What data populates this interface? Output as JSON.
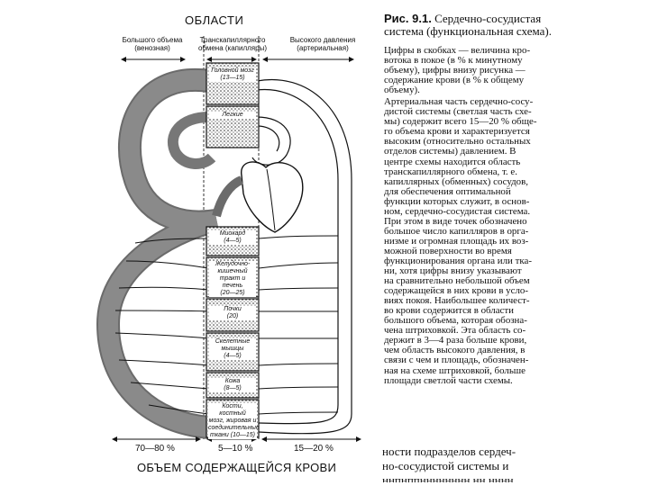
{
  "figure": {
    "title": "ОБЛАСТИ",
    "columns": [
      {
        "key": "left",
        "label_lines": [
          "Большого объема",
          "(венозная)"
        ]
      },
      {
        "key": "center",
        "label_lines": [
          "Транскапиллярного",
          "обмена (капилляры)"
        ]
      },
      {
        "key": "right",
        "label_lines": [
          "Высокого давления",
          "(артериальная)"
        ]
      }
    ],
    "organs": [
      {
        "name": "head-brain",
        "lines": [
          "Головной мозг",
          "(13—15)"
        ],
        "pattern": "dotted"
      },
      {
        "name": "lungs",
        "lines": [
          "Легкие"
        ],
        "pattern": "dotted"
      },
      {
        "name": "myocardium",
        "lines": [
          "Миокард",
          "(4—5)"
        ],
        "pattern": "dotted"
      },
      {
        "name": "gi-tract-liver",
        "lines": [
          "Желудочно-",
          "кишечный",
          "тракт и печень",
          "(20—25)"
        ],
        "pattern": "dotted"
      },
      {
        "name": "kidneys",
        "lines": [
          "Почки",
          "(20)"
        ],
        "pattern": "dotted"
      },
      {
        "name": "skeletal-muscles",
        "lines": [
          "Скелетные",
          "мышцы",
          "(4—5)"
        ],
        "pattern": "dotted"
      },
      {
        "name": "skin",
        "lines": [
          "Кожа",
          "(8—5)"
        ],
        "pattern": "dotted"
      },
      {
        "name": "bones-fat",
        "lines": [
          "Кости, костный",
          "мозг, жировая и",
          "соединительные",
          "ткани (10—15)"
        ],
        "pattern": "dotted"
      }
    ],
    "bottom_percents": [
      "70—80 %",
      "5—10 %",
      "15—20 %"
    ],
    "bottom_title": "ОБЪЕМ СОДЕРЖАЩЕЙСЯ КРОВИ"
  },
  "caption": {
    "head_bold": "Рис. 9.1.",
    "head_rest": "Сердечно-сосудистая система (функциональная схема).",
    "body_lines": [
      "Цифры в скобках — величина кро-",
      "вотока в покое (в % к минутному",
      "объему), цифры внизу рисунка —",
      "содержание крови (в % к общему",
      "объему).",
      "Артериальная часть сердечно-сосу-",
      "дистой системы (светлая часть схе-",
      "мы) содержит всего 15—20 % обще-",
      "го объема крови и характеризуется",
      "высоким (относительно остальных",
      "отделов системы) давлением. В",
      "центре схемы находится область",
      "транскапиллярного обмена, т. е.",
      "капиллярных (обменных) сосудов,",
      "для обеспечения оптимальной",
      "функции которых служит, в основ-",
      "ном, сердечно-сосудистая система.",
      "При этом в виде точек обозначено",
      "большое число капилляров в орга-",
      "низме и огромная площадь их воз-",
      "можной поверхности во время",
      "функционирования органа или тка-",
      "ни, хотя цифры внизу указывают",
      "на сравнительно небольшой объем",
      "содержащейся в них крови в усло-",
      "виях покоя. Наибольшее количест-",
      "во крови содержится в области",
      "большого объема, которая обозна-",
      "чена штриховкой. Эта область со-",
      "держит в 3—4 раза больше крови,",
      "чем область высокого давления, в",
      "связи с чем и площадь, обозначен-",
      "ная на схеме штриховкой, больше",
      "площади светлой части схемы."
    ]
  },
  "bottom_text": {
    "lines": [
      "ности подразделов сердеч-",
      "но-сосудистой системы и",
      "ннпнппнннннннн нн нннн"
    ]
  }
}
